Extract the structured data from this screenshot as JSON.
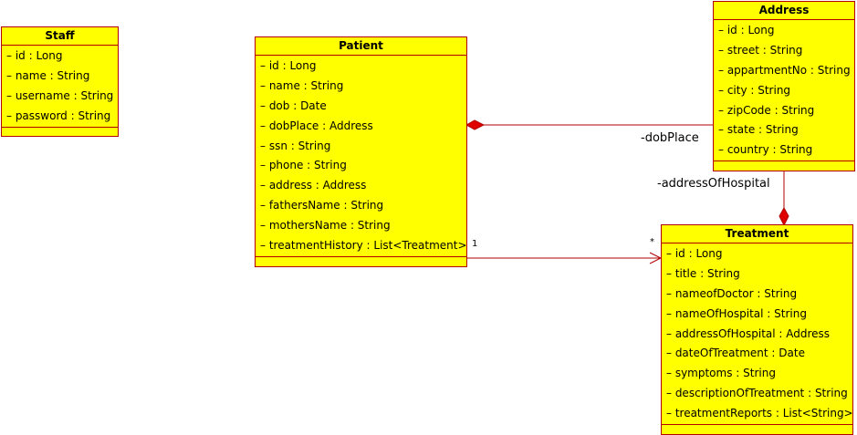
{
  "classes": {
    "staff": {
      "name": "Staff",
      "attributes": [
        "– id : Long",
        "– name : String",
        "– username : String",
        "– password : String"
      ]
    },
    "patient": {
      "name": "Patient",
      "attributes": [
        "– id : Long",
        "– name : String",
        "– dob : Date",
        "– dobPlace : Address",
        "– ssn : String",
        "– phone : String",
        "– address : Address",
        "– fathersName : String",
        "– mothersName : String",
        "– treatmentHistory : List<Treatment>"
      ]
    },
    "address": {
      "name": "Address",
      "attributes": [
        "– id : Long",
        "– street : String",
        "– appartmentNo : String",
        "– city : String",
        "– zipCode : String",
        "– state : String",
        "– country : String"
      ]
    },
    "treatment": {
      "name": "Treatment",
      "attributes": [
        "– id : Long",
        "– title : String",
        "– nameofDoctor : String",
        "– nameOfHospital : String",
        "– addressOfHospital : Address",
        "– dateOfTreatment : Date",
        "– symptoms : String",
        "– descriptionOfTreatment : String",
        "– treatmentReports : List<String>"
      ]
    }
  },
  "associations": {
    "dob_place": {
      "role": "-dobPlace"
    },
    "address_of_hospital": {
      "role": "-addressOfHospital"
    },
    "treatment_history": {
      "source_multiplicity": "1",
      "target_multiplicity": "*"
    }
  },
  "colors": {
    "class_fill": "#ffff00",
    "class_border": "#b20000",
    "connector": "#b20000"
  }
}
